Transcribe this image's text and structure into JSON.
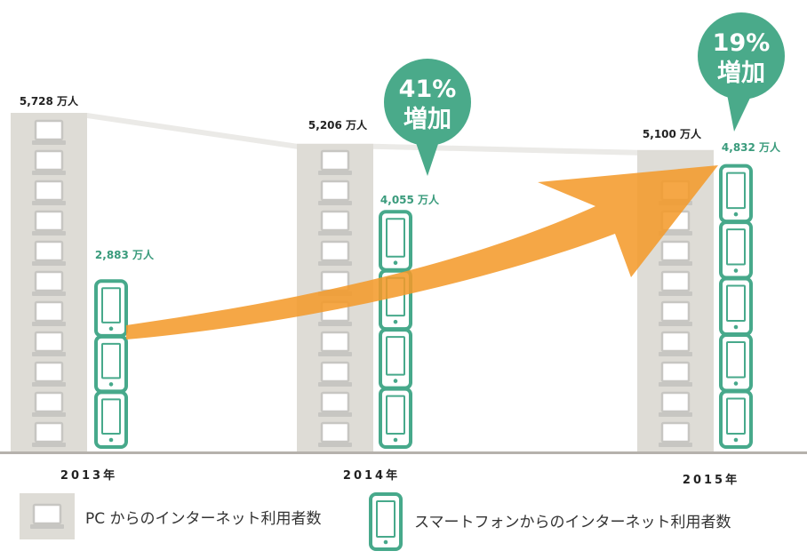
{
  "chart_data": {
    "type": "bar",
    "categories": [
      "2013年",
      "2014年",
      "2015年"
    ],
    "series": [
      {
        "name": "PCからのインターネット利用者数",
        "values": [
          5728,
          5206,
          5100
        ]
      },
      {
        "name": "スマートフォンからのインターネット利用者数",
        "values": [
          2883,
          4055,
          4832
        ]
      }
    ],
    "value_labels": {
      "pc": [
        "5,728 万人",
        "5,206 万人",
        "5,100 万人"
      ],
      "sp": [
        "2,883 万人",
        "4,055 万人",
        "4,832 万人"
      ]
    },
    "growth_callouts": [
      {
        "at": "2014年",
        "percent": "41%",
        "text": "増加"
      },
      {
        "at": "2015年",
        "percent": "19%",
        "text": "増加"
      }
    ],
    "legend": {
      "pc": "PC からのインターネット利用者数",
      "sp": "スマートフォンからのインターネット利用者数"
    },
    "colors": {
      "pc_column": "#dedcd6",
      "pc_icon": "#c7c6c2",
      "phone": "#47a98b",
      "arrow": "#f39a2b",
      "bubble": "#4aaa8a",
      "axis": "#b5b1ac",
      "pc_label": "#222222",
      "sp_label": "#3a9b7c",
      "trend_band": "#ebeae7"
    },
    "icons": {
      "pc": "laptop-icon",
      "sp": "smartphone-icon"
    }
  }
}
